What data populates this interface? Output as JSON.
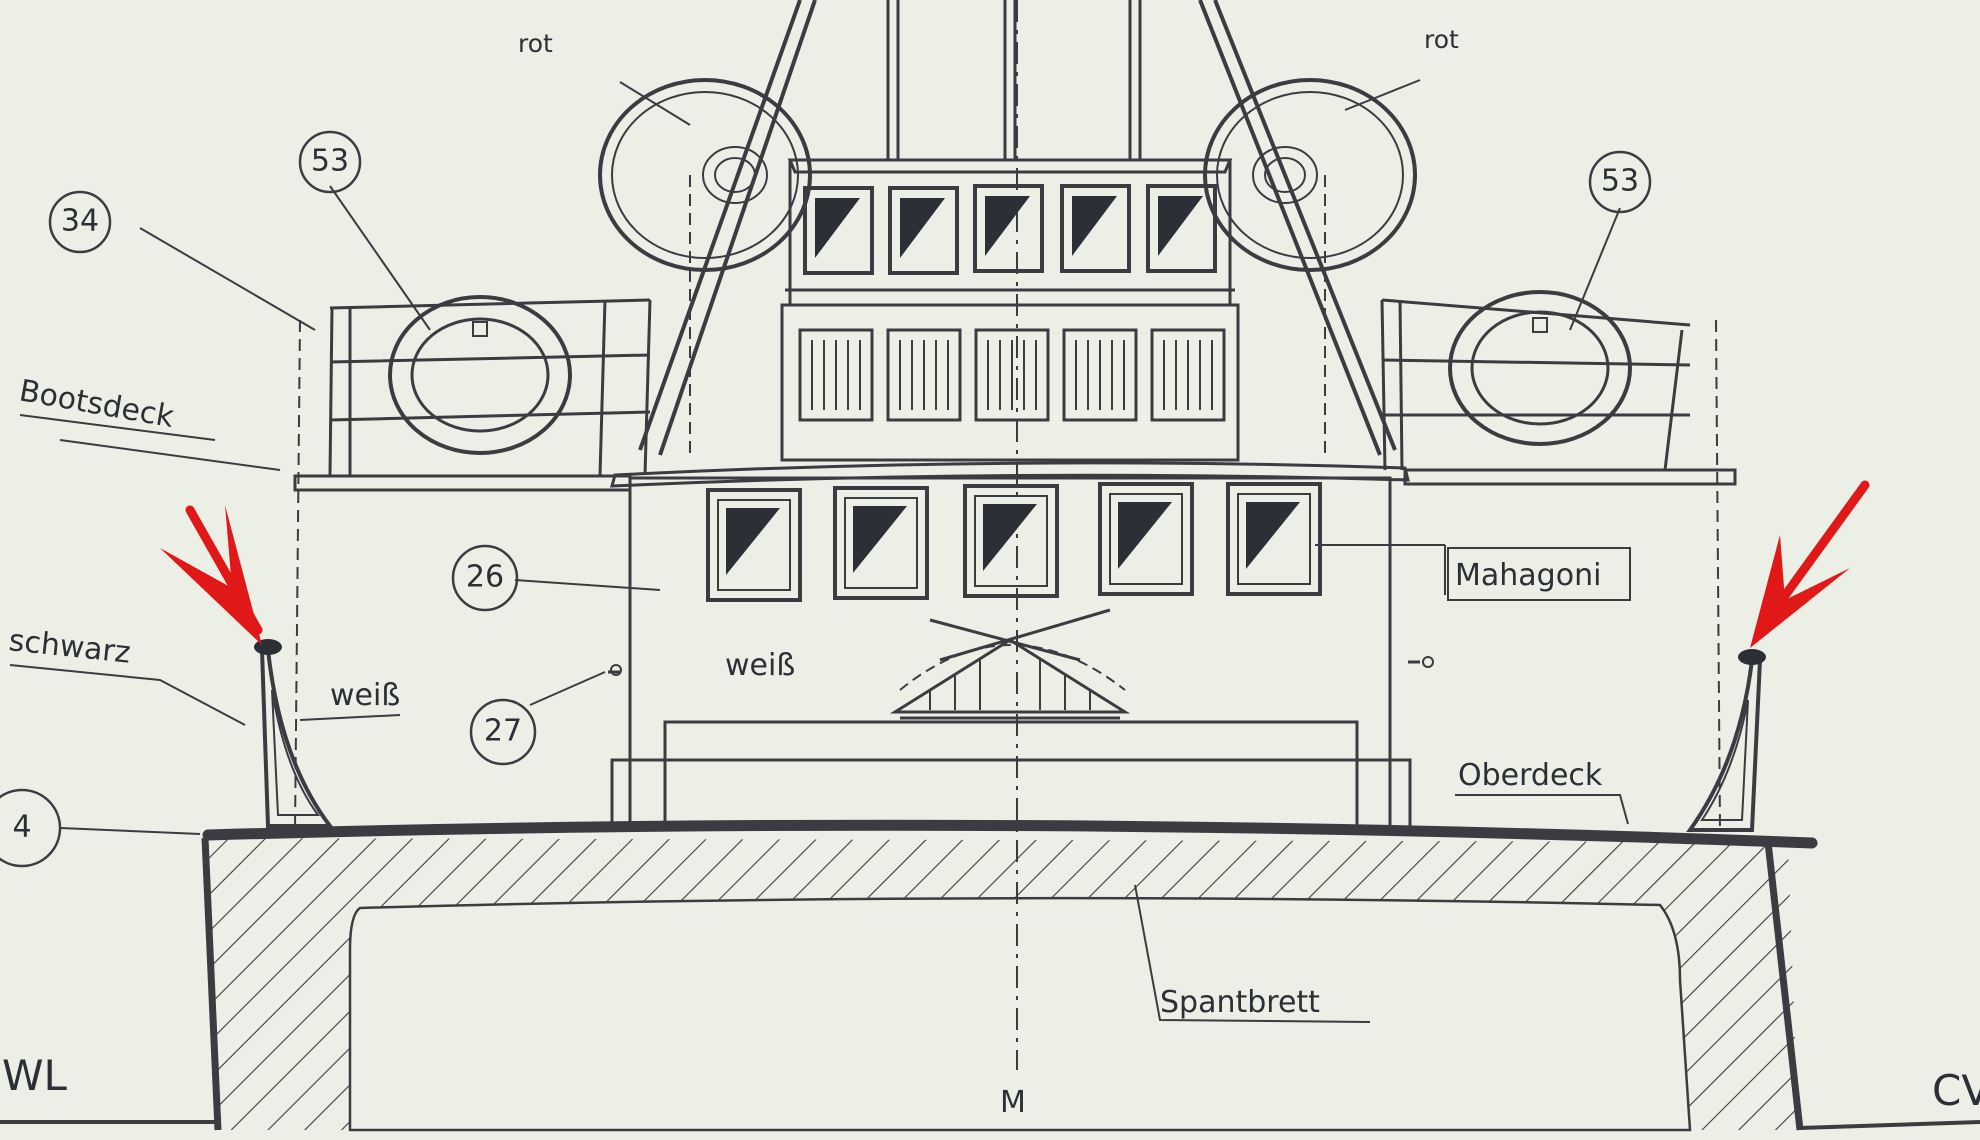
{
  "labels": {
    "rot_left": "rot",
    "rot_right": "rot",
    "bootsdeck": "Bootsdeck",
    "schwarz": "schwarz",
    "weiss_left": "weiß",
    "weiss_center": "weiß",
    "mahagoni": "Mahagoni",
    "oberdeck": "Oberdeck",
    "spantbrett": "Spantbrett",
    "wl_left": "WL",
    "wl_right": "CV",
    "midline": "M"
  },
  "callouts": {
    "c34": "34",
    "c53_left": "53",
    "c53_right": "53",
    "c26": "26",
    "c27": "27",
    "c4": "4"
  },
  "colors": {
    "paper": "#ecefe6",
    "ink": "#2c2f35",
    "marker_arrow": "#e01818"
  }
}
